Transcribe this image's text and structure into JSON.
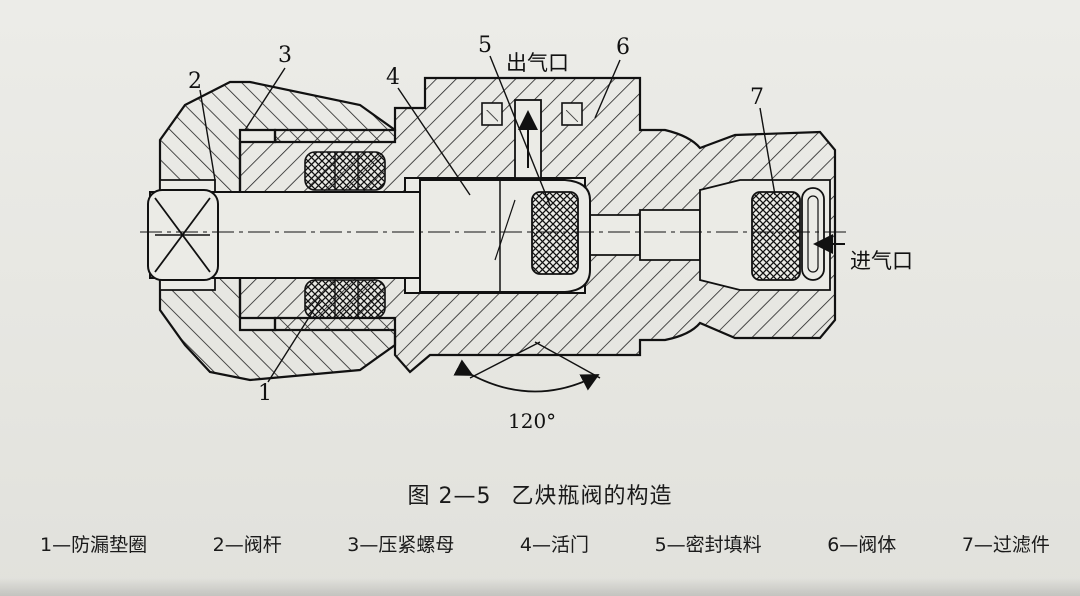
{
  "diagram": {
    "callouts": {
      "c1": "1",
      "c2": "2",
      "c3": "3",
      "c4": "4",
      "c5": "5",
      "c6": "6",
      "c7": "7"
    },
    "outlet_label": "出气口",
    "inlet_label": "进气口",
    "angle_label": "120°"
  },
  "caption": {
    "number": "图 2—5",
    "title": "乙炔瓶阀的构造"
  },
  "legend": [
    "1—防漏垫圈",
    "2—阀杆",
    "3—压紧螺母",
    "4—活门",
    "5—密封填料",
    "6—阀体",
    "7—过滤件"
  ]
}
